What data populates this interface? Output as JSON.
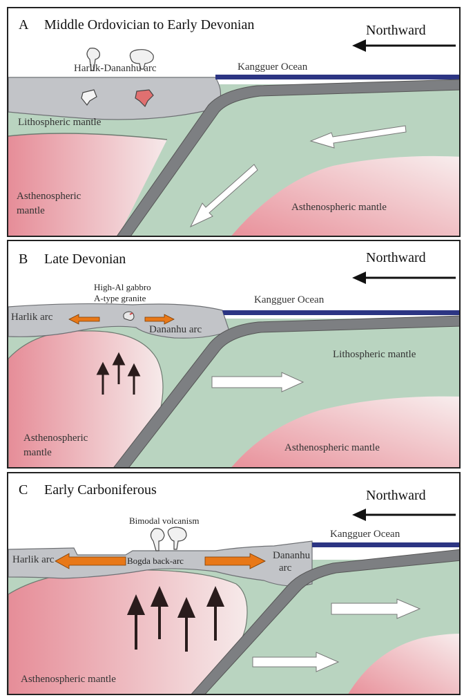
{
  "panels": [
    {
      "letter": "A",
      "title": "Middle Ordovician to Early Devonian",
      "direction": "Northward",
      "labels": {
        "arc": "Harlik-Dananhu arc",
        "ocean": "Kangguer Ocean",
        "litho": "Lithospheric mantle",
        "astheno_left_1": "Asthenospheric",
        "astheno_left_2": "mantle",
        "astheno_right": "Asthenospheric mantle"
      }
    },
    {
      "letter": "B",
      "title": "Late Devonian",
      "direction": "Northward",
      "labels": {
        "magma_1": "High-Al gabbro",
        "magma_2": "A-type granite",
        "harlik": "Harlik arc",
        "dananhu": "Dananhu arc",
        "ocean": "Kangguer Ocean",
        "litho": "Lithospheric mantle",
        "astheno_left_1": "Asthenospheric",
        "astheno_left_2": "mantle",
        "astheno_right": "Asthenospheric mantle"
      }
    },
    {
      "letter": "C",
      "title": "Early Carboniferous",
      "direction": "Northward",
      "labels": {
        "volcanism": "Bimodal volcanism",
        "harlik": "Harlik arc",
        "backarc": "Bogda back-arc",
        "dananhu_1": "Dananhu",
        "dananhu_2": "arc",
        "ocean": "Kangguer Ocean",
        "astheno_left": "Asthenospheric mantle"
      }
    }
  ],
  "colors": {
    "mantle_green": "#b9d4c0",
    "crust_gray": "#c2c4c8",
    "slab_gray": "#7d7f82",
    "ocean_blue": "#2c3583",
    "astheno_pink": "#e89aa2",
    "orange_arrow": "#e87818",
    "magma_red": "#e07070"
  }
}
